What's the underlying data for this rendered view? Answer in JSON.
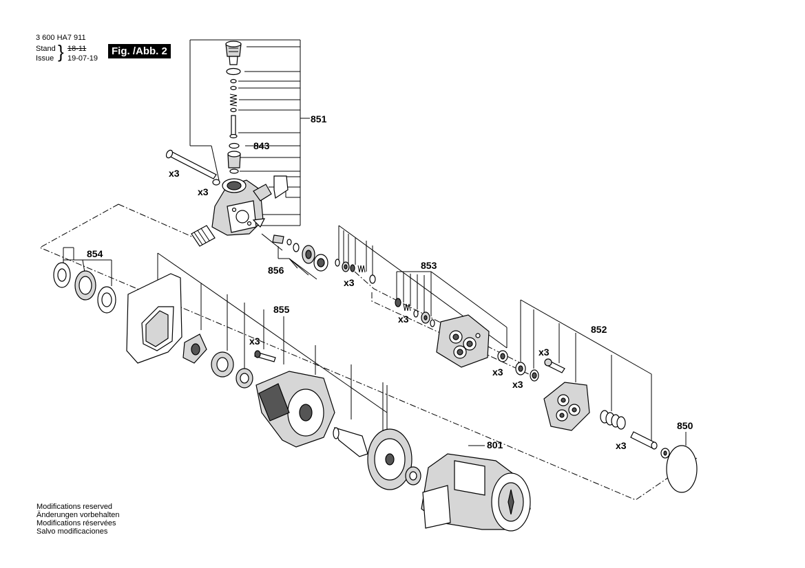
{
  "header": {
    "doc_number": "3 600 HA7 911",
    "stand_label": "Stand",
    "stand_value": "18-11",
    "issue_label": "Issue",
    "issue_value": "19-07-19",
    "figure_badge": "Fig. /Abb. 2"
  },
  "callouts": {
    "c851": "851",
    "c843": "843",
    "c854": "854",
    "c856": "856",
    "c853": "853",
    "c855": "855",
    "c852": "852",
    "c850": "850",
    "c801": "801"
  },
  "multipliers": {
    "x3": "x3"
  },
  "footer": {
    "line1": "Modifications reserved",
    "line2": "Änderungen vorbehalten",
    "line3": "Modifications réservées",
    "line4": "Salvo modificaciones"
  }
}
